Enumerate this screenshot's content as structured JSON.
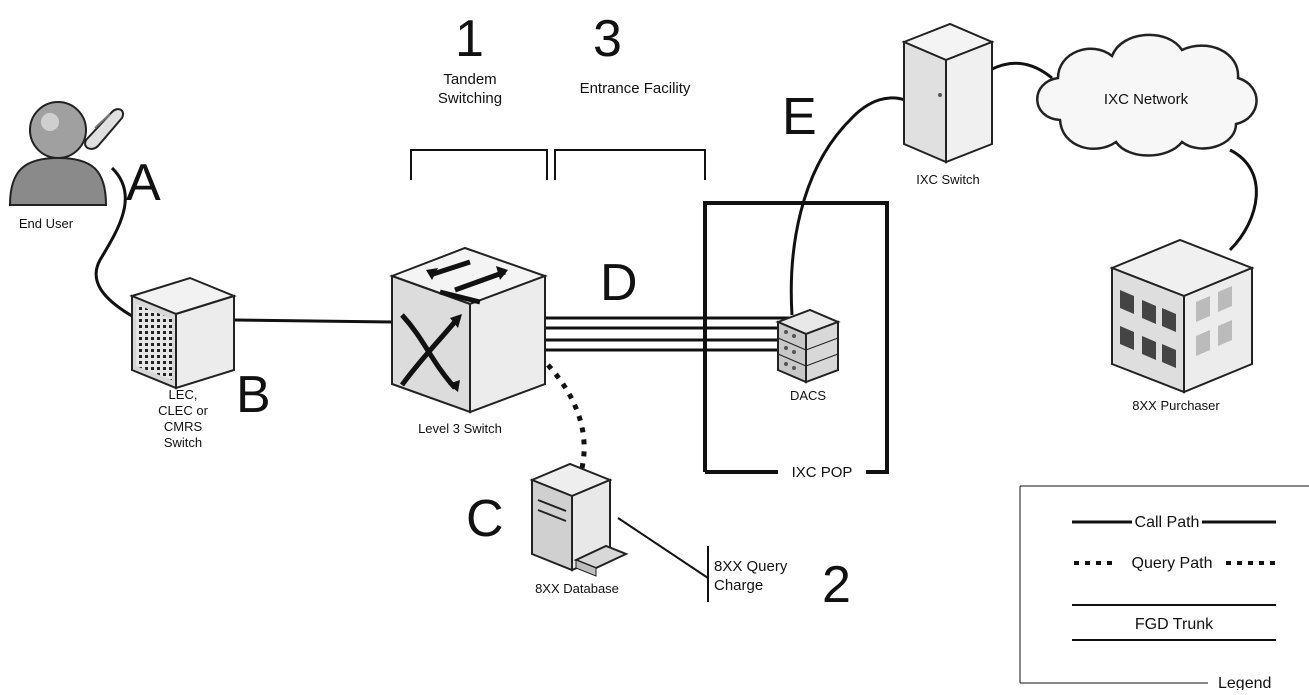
{
  "markers": {
    "a": "A",
    "b": "B",
    "c": "C",
    "d": "D",
    "e": "E",
    "n1": "1",
    "n2": "2",
    "n3": "3"
  },
  "labels": {
    "tandem": [
      "Tandem",
      "Switching"
    ],
    "entrance": "Entrance Facility",
    "end_user": "End User",
    "lec": [
      "LEC,",
      "CLEC or",
      "CMRS",
      "Switch"
    ],
    "level3": "Level 3 Switch",
    "db": "8XX Database",
    "query_charge": [
      "8XX Query",
      "Charge"
    ],
    "dacs": "DACS",
    "ixc_pop": "IXC POP",
    "ixc_switch": "IXC Switch",
    "ixc_network": "IXC Network",
    "purchaser": "8XX Purchaser"
  },
  "legend": {
    "title": "Legend",
    "call_path": "Call Path",
    "query_path": "Query Path",
    "fgd_trunk": "FGD Trunk"
  }
}
